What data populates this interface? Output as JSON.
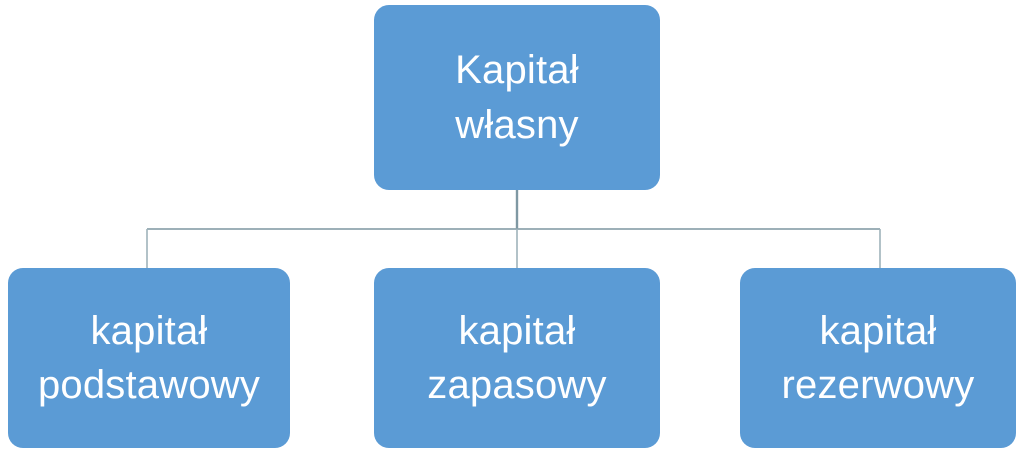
{
  "diagram": {
    "type": "org-chart",
    "orientation": "top-down",
    "title": "Kapitał własny",
    "background_color": "#FFFFFF",
    "node_fill_color": "#5B9BD5",
    "node_text_color": "#FFFFFF",
    "connector_color": "#8FA5AE",
    "root": {
      "label": "Kapitał\nwłasny",
      "line1": "Kapitał",
      "line2": "własny"
    },
    "children": [
      {
        "label": "kapitał\npodstawowy",
        "line1": "kapitał",
        "line2": "podstawowy"
      },
      {
        "label": "kapitał\nzapasowy",
        "line1": "kapitał",
        "line2": "zapasowy"
      },
      {
        "label": "kapitał\nrezerwowy",
        "line1": "kapitał",
        "line2": "rezerwowy"
      }
    ]
  }
}
